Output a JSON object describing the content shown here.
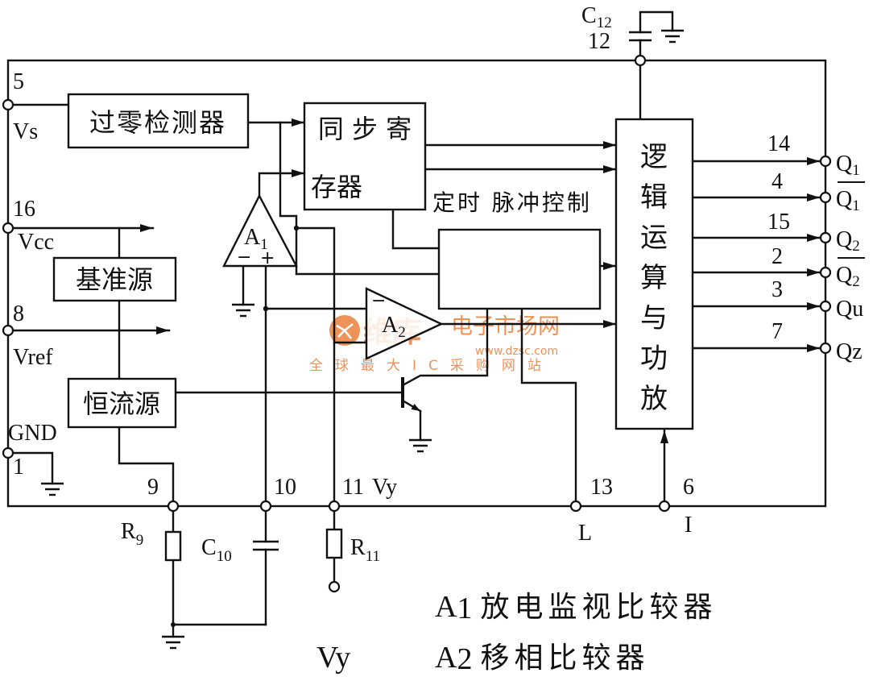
{
  "blocks": {
    "zero_cross": "过零检测器",
    "sync_reg_line1": "同 步 寄",
    "sync_reg_line2": "存器",
    "timing": "定时 脉冲控制",
    "reference": "基准源",
    "current_source": "恒流源",
    "logic": [
      "逻",
      "辑",
      "运",
      "算",
      "与",
      "功",
      "放"
    ]
  },
  "amplifiers": {
    "a1": {
      "letter": "A",
      "sub": "1",
      "minus": "−",
      "plus": "+"
    },
    "a2": {
      "letter": "A",
      "sub": "2",
      "minus": "−"
    }
  },
  "pins_left": {
    "vs": {
      "num": "5",
      "name": "Vs"
    },
    "vcc": {
      "num": "16",
      "name": "Vcc"
    },
    "vref": {
      "num": "8",
      "name": "Vref"
    },
    "gnd": {
      "num": "1",
      "name": "GND"
    }
  },
  "pins_bottom": {
    "p9": {
      "num": "9"
    },
    "p10": {
      "num": "10"
    },
    "p11": {
      "num": "11",
      "name": "Vy"
    },
    "p13": {
      "num": "13",
      "name": "L"
    },
    "p6": {
      "num": "6",
      "name": "I"
    }
  },
  "pin_top": {
    "num": "12"
  },
  "outputs": [
    {
      "num": "14",
      "q": "Q",
      "sub": "1",
      "inverted": false
    },
    {
      "num": "4",
      "q": "Q",
      "sub": "1",
      "inverted": true
    },
    {
      "num": "15",
      "q": "Q",
      "sub": "2",
      "inverted": false
    },
    {
      "num": "2",
      "q": "Q",
      "sub": "2",
      "inverted": true
    },
    {
      "num": "3",
      "q": "Qu",
      "sub": "",
      "inverted": false
    },
    {
      "num": "7",
      "q": "Qz",
      "sub": "",
      "inverted": false
    }
  ],
  "components": {
    "c12": {
      "letter": "C",
      "sub": "12"
    },
    "r9": {
      "letter": "R",
      "sub": "9"
    },
    "c10": {
      "letter": "C",
      "sub": "10"
    },
    "r11": {
      "letter": "R",
      "sub": "11"
    }
  },
  "legend": [
    {
      "letter": "A",
      "sub": "1",
      "text": "放电监视比较器"
    },
    {
      "prefix": "Vy",
      "letter": "A",
      "sub": "2",
      "text": "移相比较器"
    }
  ],
  "watermark": {
    "brand": "维库",
    "site": "电子市场网",
    "url": "www.dzsc.com",
    "slogan": "全球最大IC采购网站",
    "color": "#e8732a"
  }
}
